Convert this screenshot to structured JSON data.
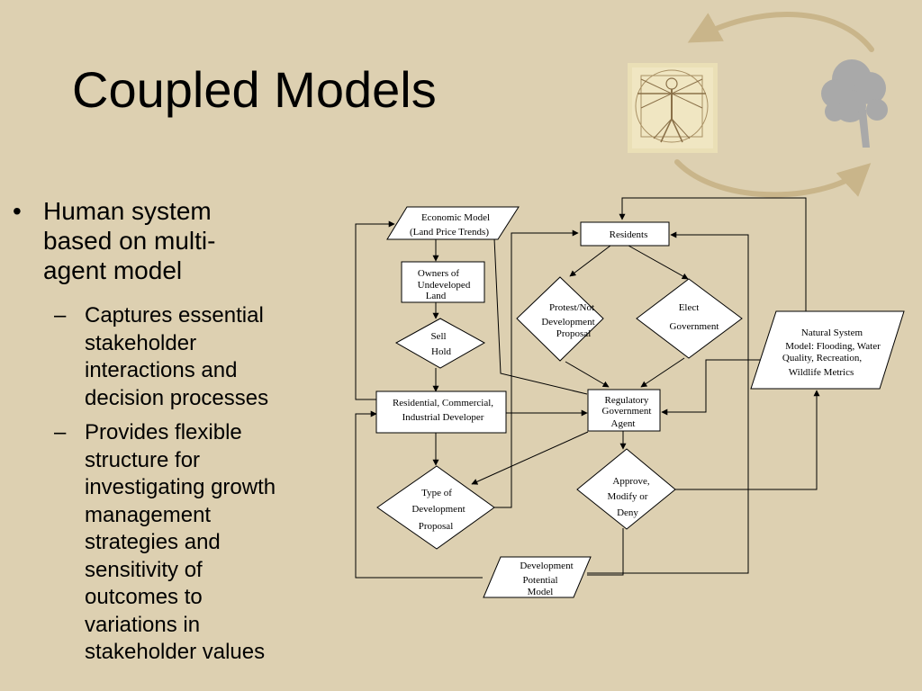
{
  "slide": {
    "title": "Coupled Models",
    "bullet": [
      "Human system",
      "based on multi-",
      "agent model"
    ],
    "subbullets": [
      [
        "Captures essential",
        "stakeholder",
        "interactions and",
        "decision processes"
      ],
      [
        "Provides flexible",
        "structure for",
        "investigating growth",
        "management",
        "strategies and",
        "sensitivity of",
        "outcomes to",
        "variations in",
        "stakeholder values"
      ]
    ],
    "bullet_marker": "•",
    "sub_marker": "–"
  },
  "diagram": {
    "economic_model": [
      "Economic Model",
      "(Land Price Trends)"
    ],
    "owners": [
      "Owners of",
      "Undeveloped",
      "Land"
    ],
    "sell_hold": [
      "Sell",
      "Hold"
    ],
    "developer": [
      "Residential, Commercial,",
      "Industrial Developer"
    ],
    "type_of_development": [
      "Type of",
      "Development",
      "Proposal"
    ],
    "development_potential": [
      "Development",
      "Potential",
      "Model"
    ],
    "residents": "Residents",
    "protest": [
      "Protest/Not",
      "Development",
      "Proposal"
    ],
    "elect": [
      "Elect",
      "Government"
    ],
    "regulatory": [
      "Regulatory",
      "Government",
      "Agent"
    ],
    "approve": [
      "Approve,",
      "Modify or",
      "Deny"
    ],
    "natural_system": [
      "Natural System",
      "Model:  Flooding, Water",
      "Quality, Recreation,",
      "Wildlife Metrics"
    ]
  },
  "icons": [
    "vitruvian-man-icon",
    "tree-icon",
    "cycle-arrow-icon"
  ],
  "colors": {
    "background": "#ddd0b1",
    "cycle_arrow": "#c9b58a",
    "tree": "#a9a9a9"
  }
}
